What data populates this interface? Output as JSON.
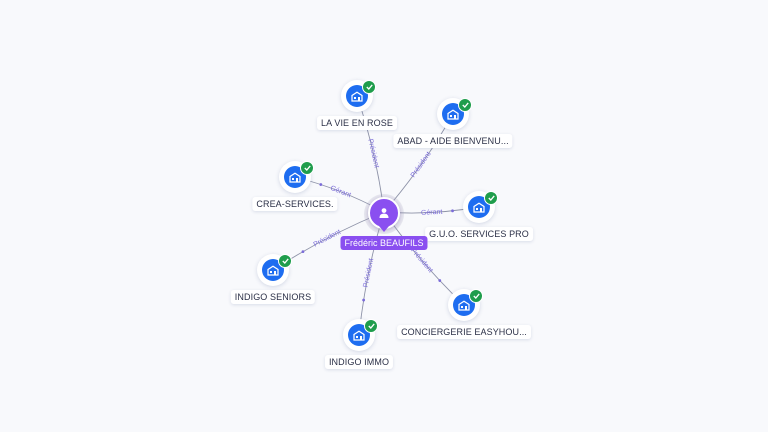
{
  "center": {
    "name": "Frédéric BEAUFILS",
    "icon": "person-icon",
    "color": "#8a4ff0"
  },
  "companies": [
    {
      "id": "lavie",
      "name": "LA VIE EN ROSE",
      "relation": "Président",
      "icon": "building-icon",
      "status": "check-icon"
    },
    {
      "id": "abad",
      "name": "ABAD - AIDE BIENVENU...",
      "relation": "Président",
      "icon": "building-icon",
      "status": "check-icon"
    },
    {
      "id": "crea",
      "name": "CREA-SERVICES.",
      "relation": "Gérant",
      "icon": "building-icon",
      "status": "check-icon"
    },
    {
      "id": "guo",
      "name": "G.U.O. SERVICES PRO",
      "relation": "Gérant",
      "icon": "building-icon",
      "status": "check-icon"
    },
    {
      "id": "indigos",
      "name": "INDIGO SENIORS",
      "relation": "Président",
      "icon": "building-icon",
      "status": "check-icon"
    },
    {
      "id": "concier",
      "name": "CONCIERGERIE EASYHOU...",
      "relation": "Président",
      "icon": "building-icon",
      "status": "check-icon"
    },
    {
      "id": "indigoi",
      "name": "INDIGO IMMO",
      "relation": "Président",
      "icon": "building-icon",
      "status": "check-icon"
    }
  ],
  "colors": {
    "company": "#1e6df0",
    "active": "#1f9d4c",
    "edge_label": "#7b6cd9",
    "edge": "#8e93a8"
  }
}
